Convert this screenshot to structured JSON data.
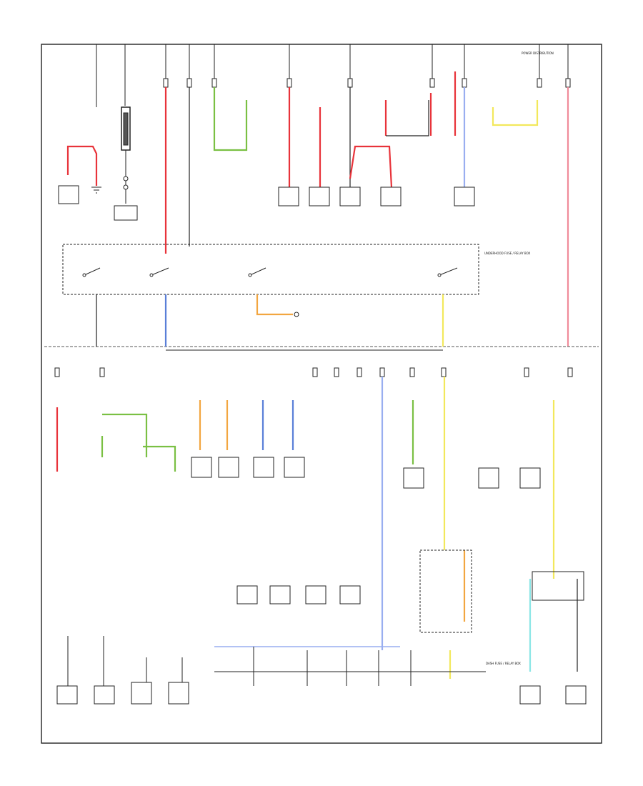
{
  "header": {
    "title_text": "POWER DISTRIBUTION",
    "code": ""
  },
  "footer": {
    "code": ""
  },
  "blocks": {
    "underhood_box": "UNDERHOOD FUSE / RELAY BOX",
    "fuse_box": "DASH FUSE / RELAY BOX"
  },
  "colors": {
    "red": "#e8333a",
    "pink": "#f08a9a",
    "green": "#7ac043",
    "blue": "#5a7fd8",
    "light_blue": "#99aef0",
    "yellow": "#f2e85c",
    "orange": "#f2a640",
    "tan": "#d9a45a",
    "cyan": "#8be6e6",
    "wire": "#222222"
  },
  "icons": [
    "battery-icon",
    "fuse-icon",
    "switch-icon",
    "ground-icon",
    "connector-icon"
  ]
}
